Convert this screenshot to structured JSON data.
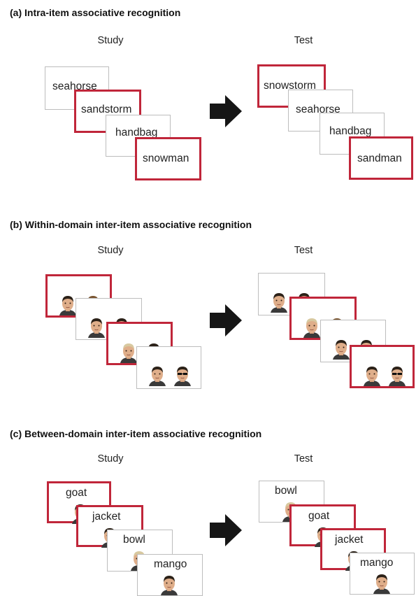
{
  "panels": [
    {
      "title": "(a)  Intra-item associative recognition",
      "study_label": "Study",
      "test_label": "Test",
      "study_cards": [
        {
          "word": "seahorse",
          "red": false
        },
        {
          "word": "sandstorm",
          "red": true
        },
        {
          "word": "handbag",
          "red": false
        },
        {
          "word": "snowman",
          "red": true
        }
      ],
      "test_cards": [
        {
          "word": "snowstorm",
          "red": true
        },
        {
          "word": "seahorse",
          "red": false
        },
        {
          "word": "handbag",
          "red": false
        },
        {
          "word": "sandman",
          "red": true
        }
      ]
    },
    {
      "title": "(b)  Within-domain inter-item associative recognition",
      "study_label": "Study",
      "test_label": "Test",
      "study_cards": [
        {
          "faces": [
            "dark-hair",
            "light-hair"
          ],
          "red": true
        },
        {
          "faces": [
            "dark-hair",
            "dark-hair"
          ],
          "red": false
        },
        {
          "faces": [
            "blond-hair",
            "dark-hair"
          ],
          "red": true
        },
        {
          "faces": [
            "dark-hair",
            "sunglasses"
          ],
          "red": false
        }
      ],
      "test_cards": [
        {
          "faces": [
            "dark-hair",
            "dark-hair"
          ],
          "red": false
        },
        {
          "faces": [
            "blond-hair",
            "light-hair"
          ],
          "red": true
        },
        {
          "faces": [
            "dark-hair",
            "dark-hair"
          ],
          "red": false
        },
        {
          "faces": [
            "dark-hair",
            "sunglasses"
          ],
          "red": true
        }
      ]
    },
    {
      "title": "(c)  Between-domain inter-item associative recognition",
      "study_label": "Study",
      "test_label": "Test",
      "study_cards": [
        {
          "word": "goat",
          "face": "dark-hair",
          "red": true
        },
        {
          "word": "jacket",
          "face": "dark-hair",
          "red": true
        },
        {
          "word": "bowl",
          "face": "blond-hair",
          "red": false
        },
        {
          "word": "mango",
          "face": "dark-hair",
          "red": false
        }
      ],
      "test_cards": [
        {
          "word": "bowl",
          "face": "blond-hair",
          "red": false
        },
        {
          "word": "goat",
          "face": "dark-hair",
          "red": true
        },
        {
          "word": "jacket",
          "face": "dark-hair",
          "red": true
        },
        {
          "word": "mango",
          "face": "dark-hair",
          "red": false
        }
      ]
    }
  ],
  "colors": {
    "red_border": "#c0263a",
    "gray_border": "#bdbdbd",
    "arrow": "#161616"
  }
}
